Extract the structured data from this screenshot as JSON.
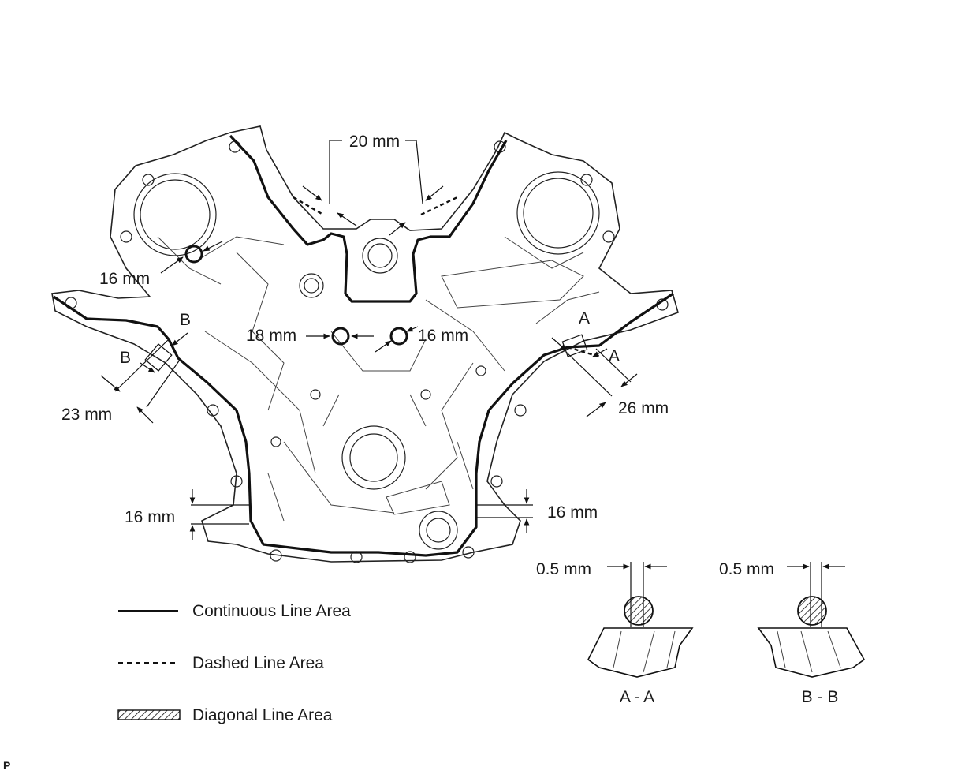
{
  "dimensions": {
    "top": "20 mm",
    "left_oring": "16 mm",
    "center_left_oring": "18 mm",
    "center_right_oring": "16 mm",
    "left_side": "23 mm",
    "right_side": "26 mm",
    "bottom_left": "16 mm",
    "bottom_right": "16 mm"
  },
  "section_markers": {
    "a_upper": "A",
    "a_lower": "A",
    "b_upper": "B",
    "b_lower": "B"
  },
  "sections": [
    {
      "gap": "0.5 mm",
      "caption": "A - A"
    },
    {
      "gap": "0.5 mm",
      "caption": "B - B"
    }
  ],
  "legend": [
    {
      "style": "continuous",
      "label": "Continuous Line Area"
    },
    {
      "style": "dashed",
      "label": "Dashed Line Area"
    },
    {
      "style": "diagonal",
      "label": "Diagonal Line Area"
    }
  ],
  "corner_mark": "P"
}
